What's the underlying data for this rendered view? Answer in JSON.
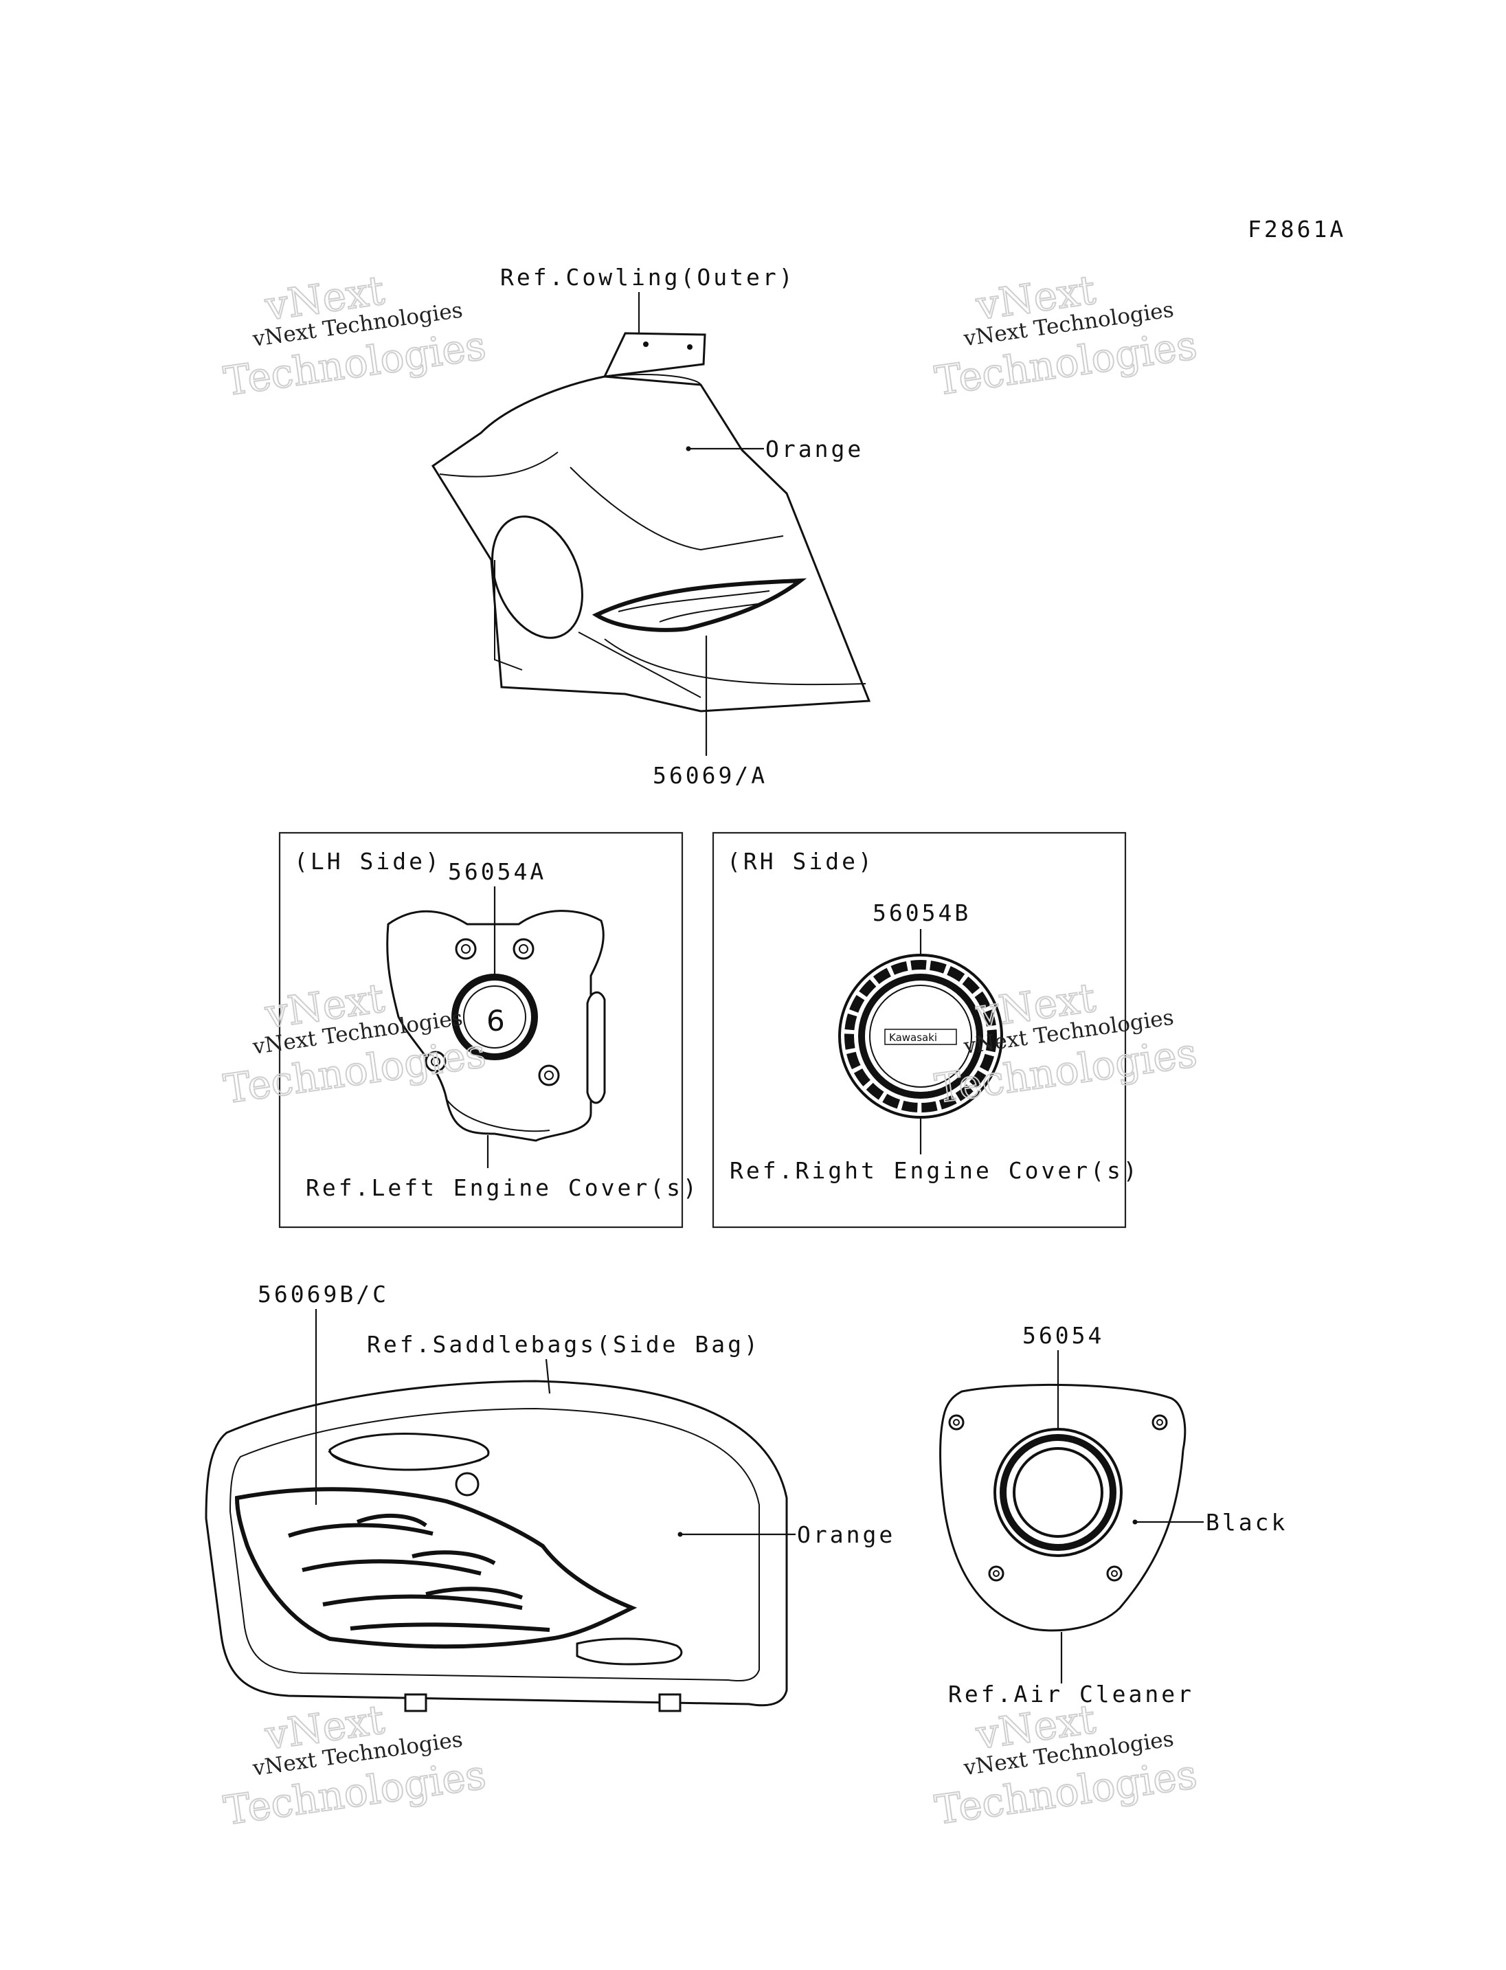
{
  "figure_code": "F2861A",
  "callouts": {
    "cowling_ref": "Ref.Cowling(Outer)",
    "cowling_color": "Orange",
    "part_56069_a": "56069/A",
    "lh_side": "(LH Side)",
    "part_56054a": "56054A",
    "left_cover_ref": "Ref.Left Engine Cover(s)",
    "rh_side": "(RH Side)",
    "part_56054b": "56054B",
    "right_cover_ref": "Ref.Right Engine Cover(s)",
    "part_56069bc": "56069B/C",
    "saddlebag_ref": "Ref.Saddlebags(Side Bag)",
    "saddlebag_color": "Orange",
    "part_56054": "56054",
    "air_cleaner_color": "Black",
    "air_cleaner_ref": "Ref.Air Cleaner"
  },
  "emblems": {
    "six_speed_digit": "6",
    "kawasaki_logo": "Kawasaki"
  },
  "watermarks": {
    "line1": "vNext",
    "line2": "vNext Technologies",
    "line3": "Technologies"
  }
}
